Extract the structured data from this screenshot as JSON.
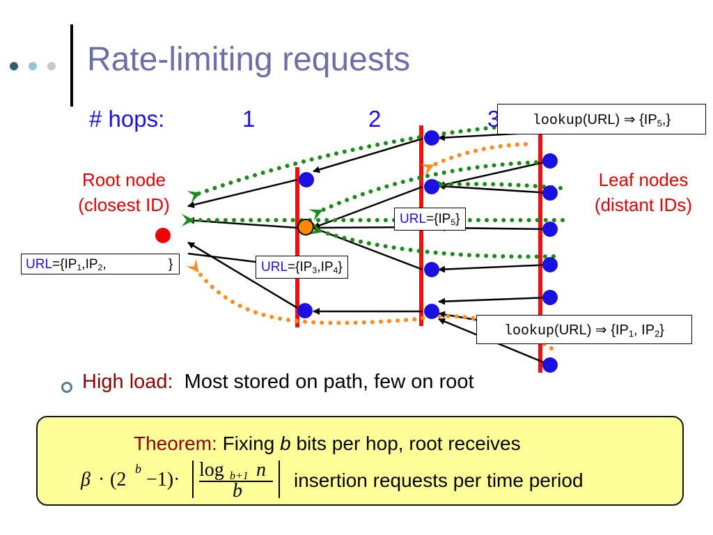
{
  "slide": {
    "title": "Rate-limiting requests",
    "nav_dot_colors": [
      "#2f5f6f",
      "#9cc6cc",
      "#c8c8c8"
    ]
  },
  "diagram": {
    "hops_label": "# hops:",
    "hop_numbers": [
      "1",
      "2",
      "3"
    ],
    "root_label_line1": "Root node",
    "root_label_line2": "(closest ID)",
    "leaf_label_line1": "Leaf nodes",
    "leaf_label_line2": "(distant IDs)",
    "box_root": {
      "prefix": "URL",
      "text": "={IP",
      "s1": "1",
      "mid": ",IP",
      "s2": "2",
      "tail": ",",
      "end": "}"
    },
    "box_level1": {
      "prefix": "URL",
      "text": "={IP",
      "s1": "3",
      "mid": ",IP",
      "s2": "4",
      "end": "}"
    },
    "box_level2": {
      "prefix": "URL",
      "text": "={IP",
      "s1": "5",
      "end": "}"
    },
    "lookup_top": {
      "fn": "lookup",
      "args": "(URL) ⇒ {IP",
      "s1": "5",
      "end": ",}"
    },
    "lookup_bottom": {
      "fn": "lookup",
      "args": "(URL) ⇒ {IP",
      "s1": "1",
      "mid": ", IP",
      "s2": "2",
      "end": "}"
    },
    "colors": {
      "node": "#1a10e0",
      "root_node": "#ee0000",
      "highlight_node": "#ff8800",
      "level_bar": "#ee1111",
      "green_path": "#1a8a1a",
      "orange_path": "#ff8a20"
    }
  },
  "bullet": {
    "label": "High load:",
    "text": "Most stored on path, few on root",
    "label_color": "#8b0000"
  },
  "theorem": {
    "label": "Theorem:",
    "text_a": "Fixing",
    "var_b": "b",
    "text_b": "bits per hop, root receives",
    "formula_beta": "β",
    "formula_dot": "·",
    "formula_paren": "(2",
    "formula_exp": "b",
    "formula_minus": "−1)·",
    "formula_log": "log",
    "formula_log_sub": "b+1",
    "formula_n": "n",
    "formula_den": "b",
    "text_c": "insertion requests per time period",
    "background": "#ffff99",
    "label_color": "#8b0000"
  }
}
